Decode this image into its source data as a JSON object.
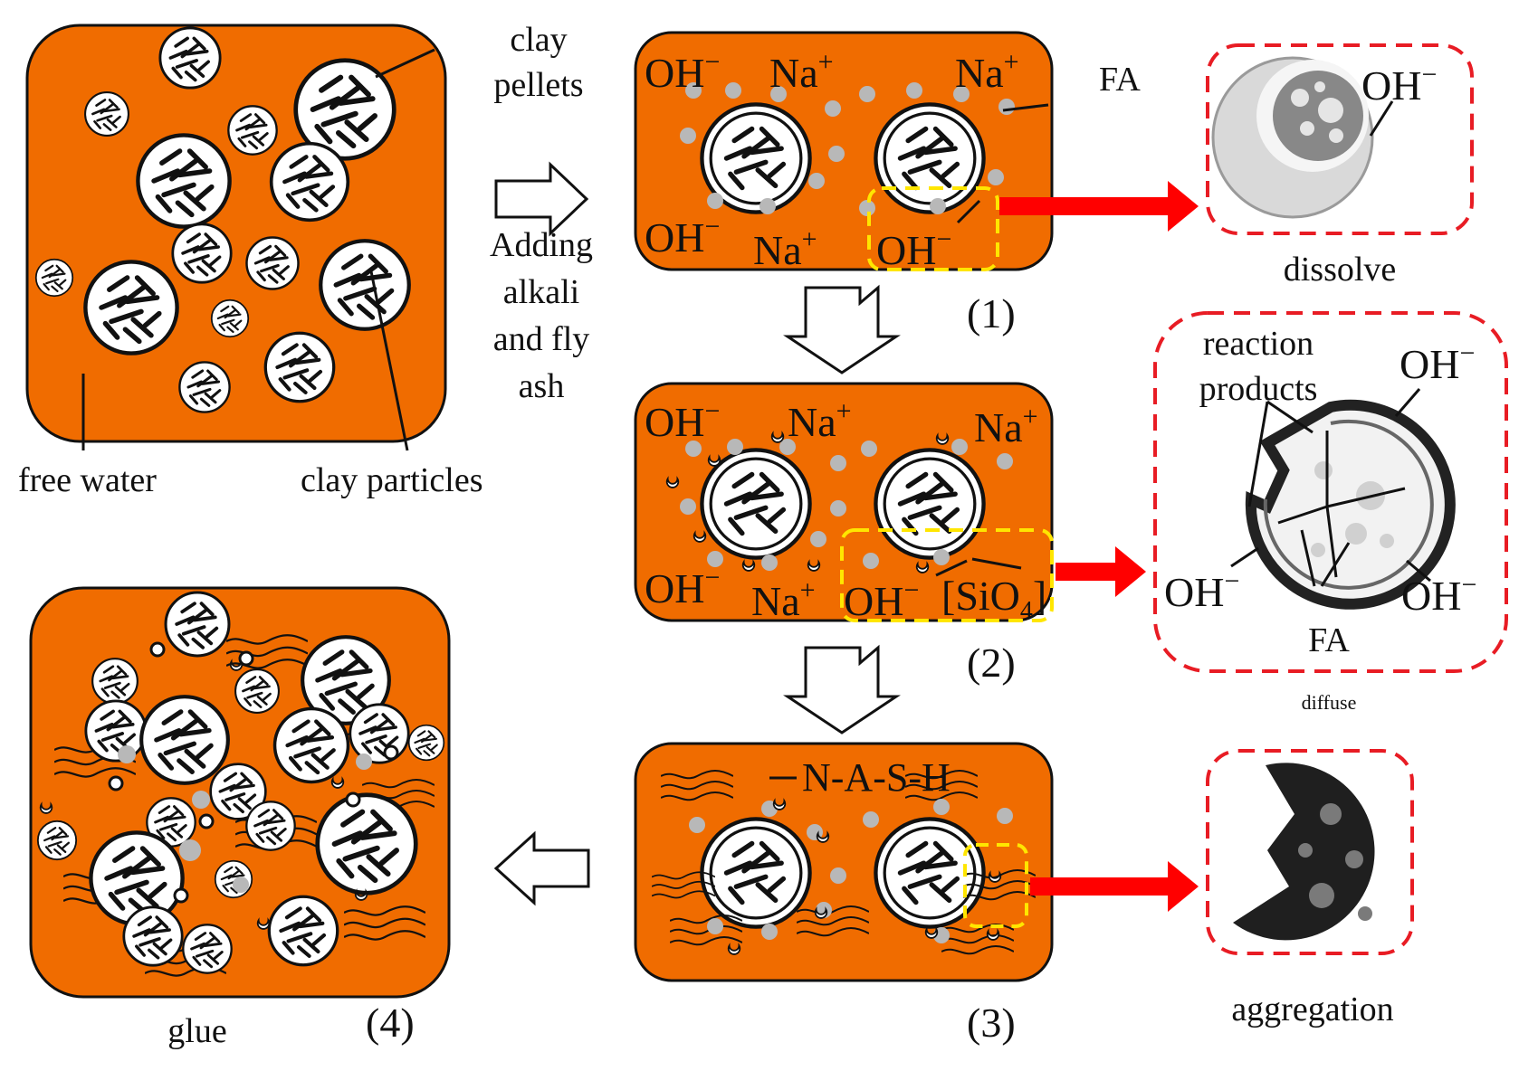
{
  "labels": {
    "clay_pellets_1": "clay",
    "clay_pellets_2": "pellets",
    "free_water": "free water",
    "clay_particles": "clay particles",
    "adding_1": "Adding",
    "adding_2": "alkali",
    "adding_3": "and fly",
    "adding_4": "ash",
    "fa_top": "FA",
    "dissolve": "dissolve",
    "reaction_1": "reaction",
    "reaction_2": "products",
    "fa_mid": "FA",
    "diffuse": "diffuse",
    "aggregation": "aggregation",
    "glue": "glue",
    "nash": "N-A-S-H",
    "sio": "[SiO",
    "sio_sub": "4",
    "sio_close": "]"
  },
  "ions": {
    "oh": "OH",
    "na": "Na",
    "minus": "−",
    "plus": "+"
  },
  "steps": {
    "s1": "(1)",
    "s2": "(2)",
    "s3": "(3)",
    "s4": "(4)"
  },
  "colors": {
    "matrix": "#f06c00",
    "arrow_red": "#ff0000",
    "dash_red": "#e81c24",
    "highlight_yellow": "#ffe600",
    "fa_dot": "#b8b8b8"
  }
}
